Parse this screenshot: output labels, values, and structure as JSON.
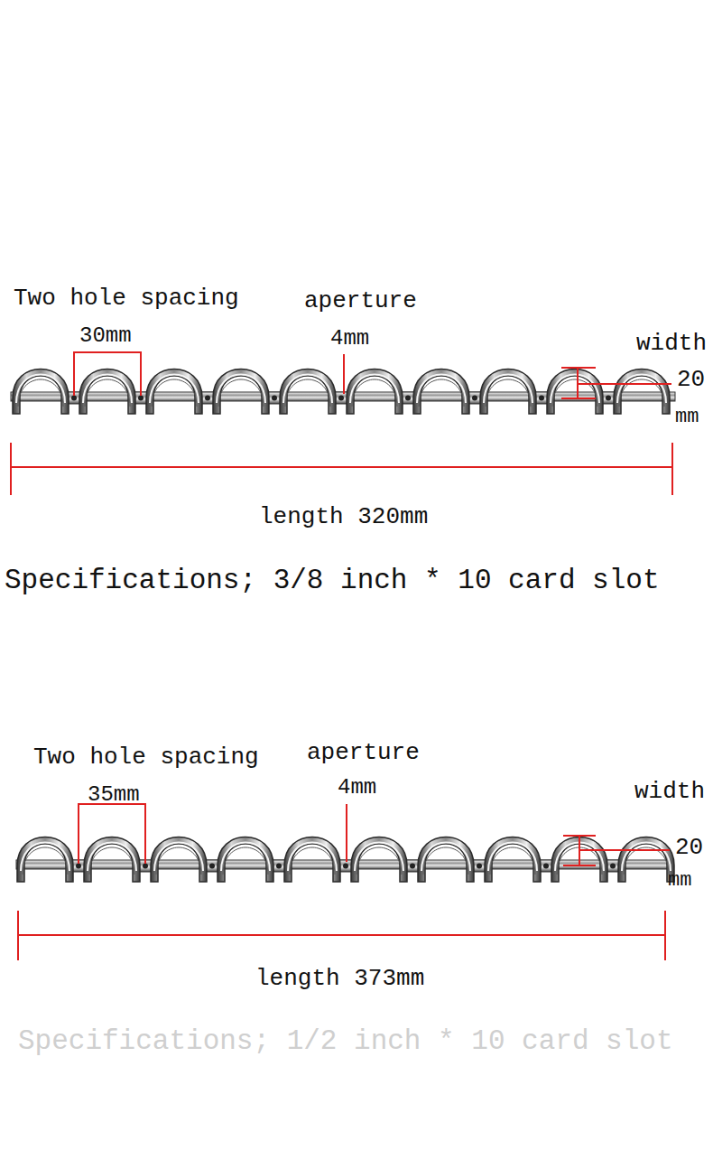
{
  "diagram": {
    "labels": [
      "Two hole spacing",
      "30mm",
      "aperture",
      "4mm",
      "width",
      "20",
      "mm",
      "length 320mm",
      "Specifications; 3/8 inch * 10 card slot",
      "Two hole spacing",
      "35mm",
      "aperture",
      "4mm",
      "width",
      "20",
      "mm",
      "length 373mm",
      "Specifications; 1/2 inch * 10 card slot"
    ]
  }
}
